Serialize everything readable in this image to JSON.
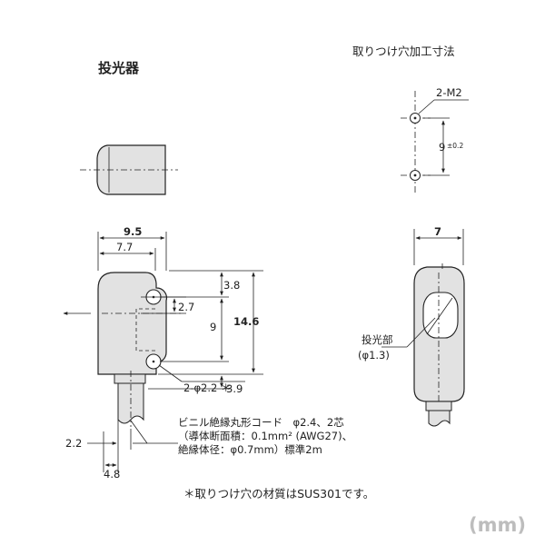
{
  "labels": {
    "emitter_title": "投光器",
    "mount_title": "取りつけ穴加工寸法",
    "mount_hole_spec": "2-M2",
    "mount_pitch": "9",
    "mount_pitch_tol": "±0.2",
    "width_overall": "9.5",
    "width_inner": "7.7",
    "height_total": "14.6",
    "dim_3_8": "3.8",
    "dim_2_7": "2.7",
    "dim_9": "9",
    "dim_3_9": "3.9",
    "hole_spec": "2-φ2.2 ＊",
    "side_width": "7",
    "emitter_part": "投光部",
    "emitter_part_dia": "(φ1.3)",
    "cable_line1": "ビニル絶縁丸形コード　φ2.4、2芯",
    "cable_line2": "（導体断面積：0.1mm² (AWG27)、",
    "cable_line3": "絶縁体径：φ0.7mm）標準2m",
    "dim_2_2": "2.2",
    "dim_4_8": "4.8",
    "footnote": "＊取りつけ穴の材質はSUS301です。",
    "unit": "(mm)"
  }
}
